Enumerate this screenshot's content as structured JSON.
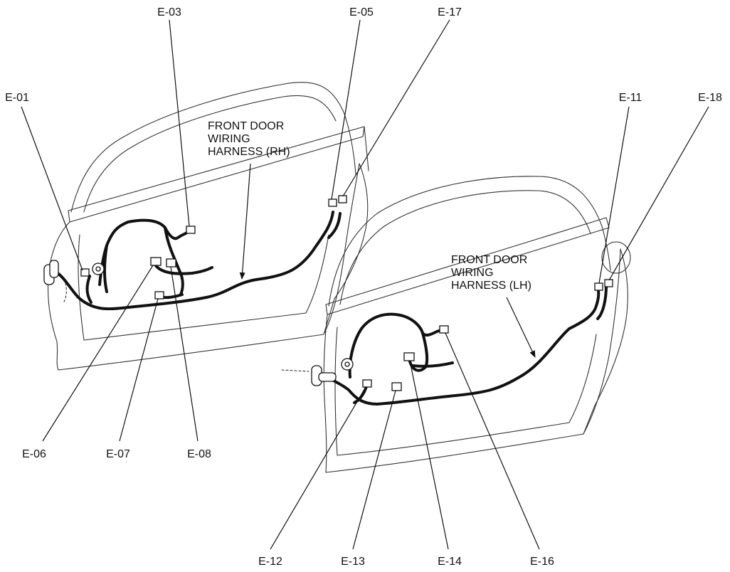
{
  "labels": {
    "e01": "E-01",
    "e03": "E-03",
    "e05": "E-05",
    "e17": "E-17",
    "e06": "E-06",
    "e07": "E-07",
    "e08": "E-08",
    "e11": "E-11",
    "e18": "E-18",
    "e12": "E-12",
    "e13": "E-13",
    "e14": "E-14",
    "e16": "E-16"
  },
  "harness_rh": {
    "line1": "FRONT DOOR",
    "line2": "WIRING",
    "line3": "HARNESS (RH)"
  },
  "harness_lh": {
    "line1": "FRONT DOOR",
    "line2": "WIRING",
    "line3": "HARNESS (LH)"
  }
}
